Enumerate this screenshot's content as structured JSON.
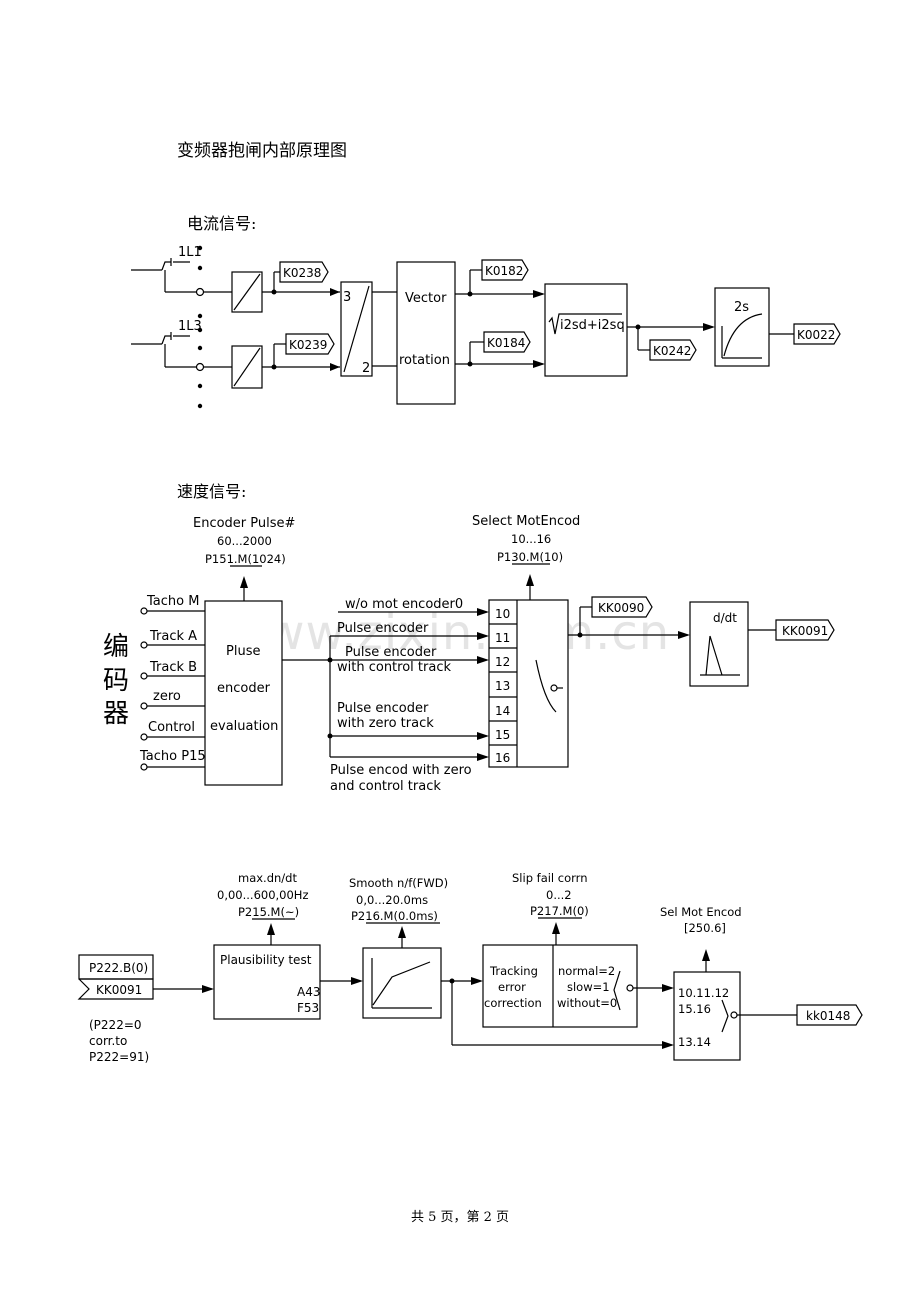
{
  "header": {
    "title": "变频器抱闸内部原理图"
  },
  "current_section": {
    "title": "电流信号:",
    "phase1": "1L1",
    "phase3": "1L3",
    "k0238": "K0238",
    "k0239": "K0239",
    "conv_in": "3",
    "conv_out": "2",
    "vector_top": "Vector",
    "vector_bottom": "rotation",
    "k0182": "K0182",
    "k0184": "K0184",
    "sqrt_expr": "i2sd+i2sq",
    "k0242": "K0242",
    "filter_label": "2s",
    "k0022": "K0022"
  },
  "speed_section": {
    "title": "速度信号:",
    "encoder_label_chars": [
      "编",
      "码",
      "器"
    ],
    "encoder_param": {
      "title": "Encoder Pulse#",
      "range": "60...2000",
      "param": "P151.M(1024)"
    },
    "inputs": [
      "Tacho M",
      "Track A",
      "Track B",
      "zero",
      "Control",
      "Tacho P15"
    ],
    "eval_block": [
      "Pluse",
      "encoder",
      "evaluation"
    ],
    "select_param": {
      "title": "Select MotEncod",
      "range": "10...16",
      "param": "P130.M(10)"
    },
    "modes": [
      "w/o mot encoder0",
      "Pulse encoder",
      "Pulse encoder",
      "with control track",
      "Pulse encoder",
      "with zero track",
      "Pulse encod with zero",
      "and control track"
    ],
    "select_numbers": [
      "10",
      "11",
      "12",
      "13",
      "14",
      "15",
      "16"
    ],
    "kk0090": "KK0090",
    "ddt": "d/dt",
    "kk0091": "KK0091"
  },
  "lower_section": {
    "input_param": "P222.B(0)",
    "input_connector": "KK0091",
    "note_lines": [
      "(P222=0",
      "corr.to",
      "P222=91)"
    ],
    "maxdn_param": {
      "title": "max.dn/dt",
      "range": "0,00...600,00Hz",
      "param": "P215.M(~)"
    },
    "plaus_block": {
      "title": "Plausibility test",
      "a": "A43",
      "f": "F53"
    },
    "smooth_param": {
      "title": "Smooth n/f(FWD)",
      "range": "0,0...20.0ms",
      "param": "P216.M(0.0ms)"
    },
    "slip_param": {
      "title": "Slip fail corrn",
      "range": "0...2",
      "param": "P217.M(0)"
    },
    "tracking_block": [
      "Tracking",
      "error",
      "correction"
    ],
    "tracking_modes": [
      "normal=2",
      "slow=1",
      "without=0"
    ],
    "selmot_param": {
      "title": "Sel Mot Encod",
      "value": "[250.6]"
    },
    "sel_inputs": [
      "10.11.12",
      "15.16",
      "13.14"
    ],
    "output": "kk0148"
  },
  "watermark": "www.zixin.com.cn",
  "footer": {
    "text": "共 5 页，第 2 页"
  }
}
